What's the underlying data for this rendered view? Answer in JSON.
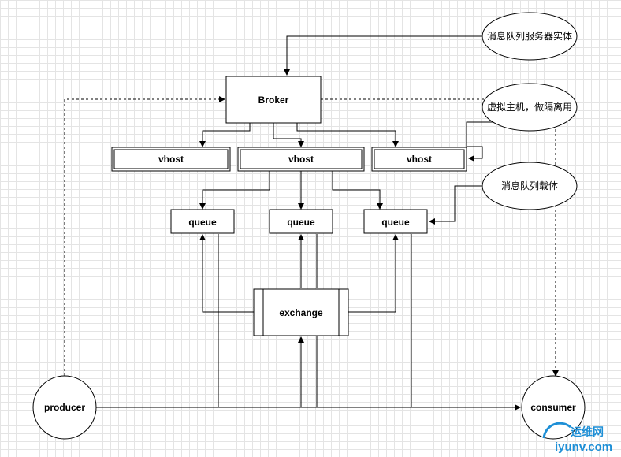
{
  "nodes": {
    "broker": "Broker",
    "vhost_1": "vhost",
    "vhost_2": "vhost",
    "vhost_3": "vhost",
    "queue_1": "queue",
    "queue_2": "queue",
    "queue_3": "queue",
    "exchange": "exchange",
    "producer": "producer",
    "consumer": "consumer"
  },
  "annotations": {
    "broker_note": "消息队列服务器实体",
    "vhost_note": "虚拟主机，做隔离用",
    "queue_note": "消息队列载体"
  },
  "watermark": {
    "brand": "运维网",
    "domain": "iyunv.com"
  }
}
